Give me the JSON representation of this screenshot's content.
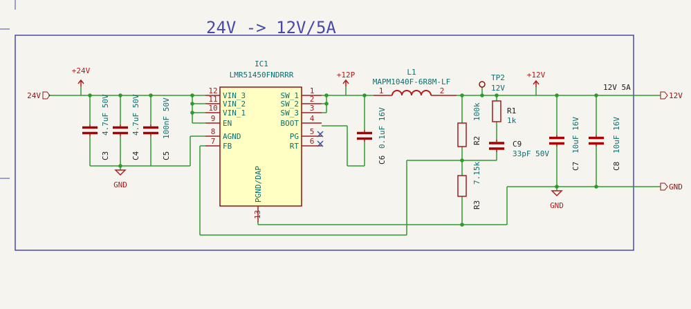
{
  "title": "24V -> 12V/5A",
  "colors": {
    "background": "#f5f4ef",
    "wire": "#2e9a2e",
    "body_outline": "#8a1414",
    "body_fill": "#ffffc4",
    "pin": "#a01c1c",
    "text": "#0b6e6e",
    "refdes": "#1a1a1a",
    "power": "#b41a1a",
    "cap": "#a80000",
    "frame": "#4848a8",
    "inductor": "#b41a1a"
  },
  "ic": {
    "refdes": "IC1",
    "part": "LMR51450FNDRRR",
    "left_pins": [
      {
        "num": "12",
        "name": "VIN_3"
      },
      {
        "num": "11",
        "name": "VIN_2"
      },
      {
        "num": "10",
        "name": "VIN_1"
      },
      {
        "num": "9",
        "name": "EN"
      },
      {
        "num": "8",
        "name": "AGND"
      },
      {
        "num": "7",
        "name": "FB"
      }
    ],
    "right_pins": [
      {
        "num": "1",
        "name": "SW_1"
      },
      {
        "num": "2",
        "name": "SW_2"
      },
      {
        "num": "3",
        "name": "SW_3"
      },
      {
        "num": "4",
        "name": "BOOT"
      },
      {
        "num": "5",
        "name": "PG"
      },
      {
        "num": "6",
        "name": "RT"
      }
    ],
    "bottom_pin": {
      "num": "13",
      "name": "PGND/DAP"
    }
  },
  "ports": {
    "in_24v": "24V",
    "out_12v": "12V",
    "out_gnd": "GND"
  },
  "power_labels": {
    "plus24v": "+24V",
    "plus12p": "+12P",
    "plus12v": "+12V",
    "gnd_left": "GND",
    "gnd_right": "GND"
  },
  "net_label": "12V 5A",
  "testpoint": {
    "refdes": "TP2",
    "value": "12V"
  },
  "inductor": {
    "refdes": "L1",
    "part": "MAPM1040F-6R8M-LF",
    "pin1": "1",
    "pin2": "2"
  },
  "components": {
    "C3": {
      "ref": "C3",
      "value": "4.7uF 50V"
    },
    "C4": {
      "ref": "C4",
      "value": "4.7uF 50V"
    },
    "C5": {
      "ref": "C5",
      "value": "100nF 50V"
    },
    "C6": {
      "ref": "C6",
      "value": "0.1uF 16V"
    },
    "R2": {
      "ref": "R2",
      "value": "100k"
    },
    "R3": {
      "ref": "R3",
      "value": "7.15k"
    },
    "R1": {
      "ref": "R1",
      "value": "1k"
    },
    "C9": {
      "ref": "C9",
      "value": "33pF 50V"
    },
    "C7": {
      "ref": "C7",
      "value": "10uF 16V"
    },
    "C8": {
      "ref": "C8",
      "value": "10uF 16V"
    }
  }
}
